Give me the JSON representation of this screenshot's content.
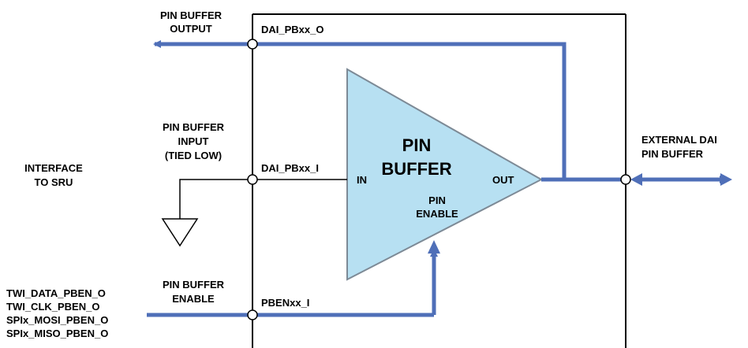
{
  "labels": {
    "pin_buffer_output": [
      "PIN BUFFER",
      "OUTPUT"
    ],
    "dai_pbxx_o": "DAI_PBxx_O",
    "pin_buffer_input": [
      "PIN BUFFER",
      "INPUT",
      "(TIED LOW)"
    ],
    "dai_pbxx_i": "DAI_PBxx_I",
    "interface_to_sru": [
      "INTERFACE",
      "TO SRU"
    ],
    "pin_buffer_enable": [
      "PIN BUFFER",
      "ENABLE"
    ],
    "pbenxx_i": "PBENxx_I",
    "sources": [
      "TWI_DATA_PBEN_O",
      "TWI_CLK_PBEN_O",
      "SPIx_MOSI_PBEN_O",
      "SPIx_MISO_PBEN_O"
    ],
    "external_dai": [
      "EXTERNAL DAI",
      "PIN BUFFER"
    ],
    "triangle_title": [
      "PIN",
      "BUFFER"
    ],
    "in": "IN",
    "out": "OUT",
    "pin_enable": [
      "PIN",
      "ENABLE"
    ]
  },
  "colors": {
    "signal_blue": "#4f6fb8",
    "buffer_fill": "#b7e0f2",
    "buffer_stroke": "#7d8a96",
    "line": "#000000"
  }
}
